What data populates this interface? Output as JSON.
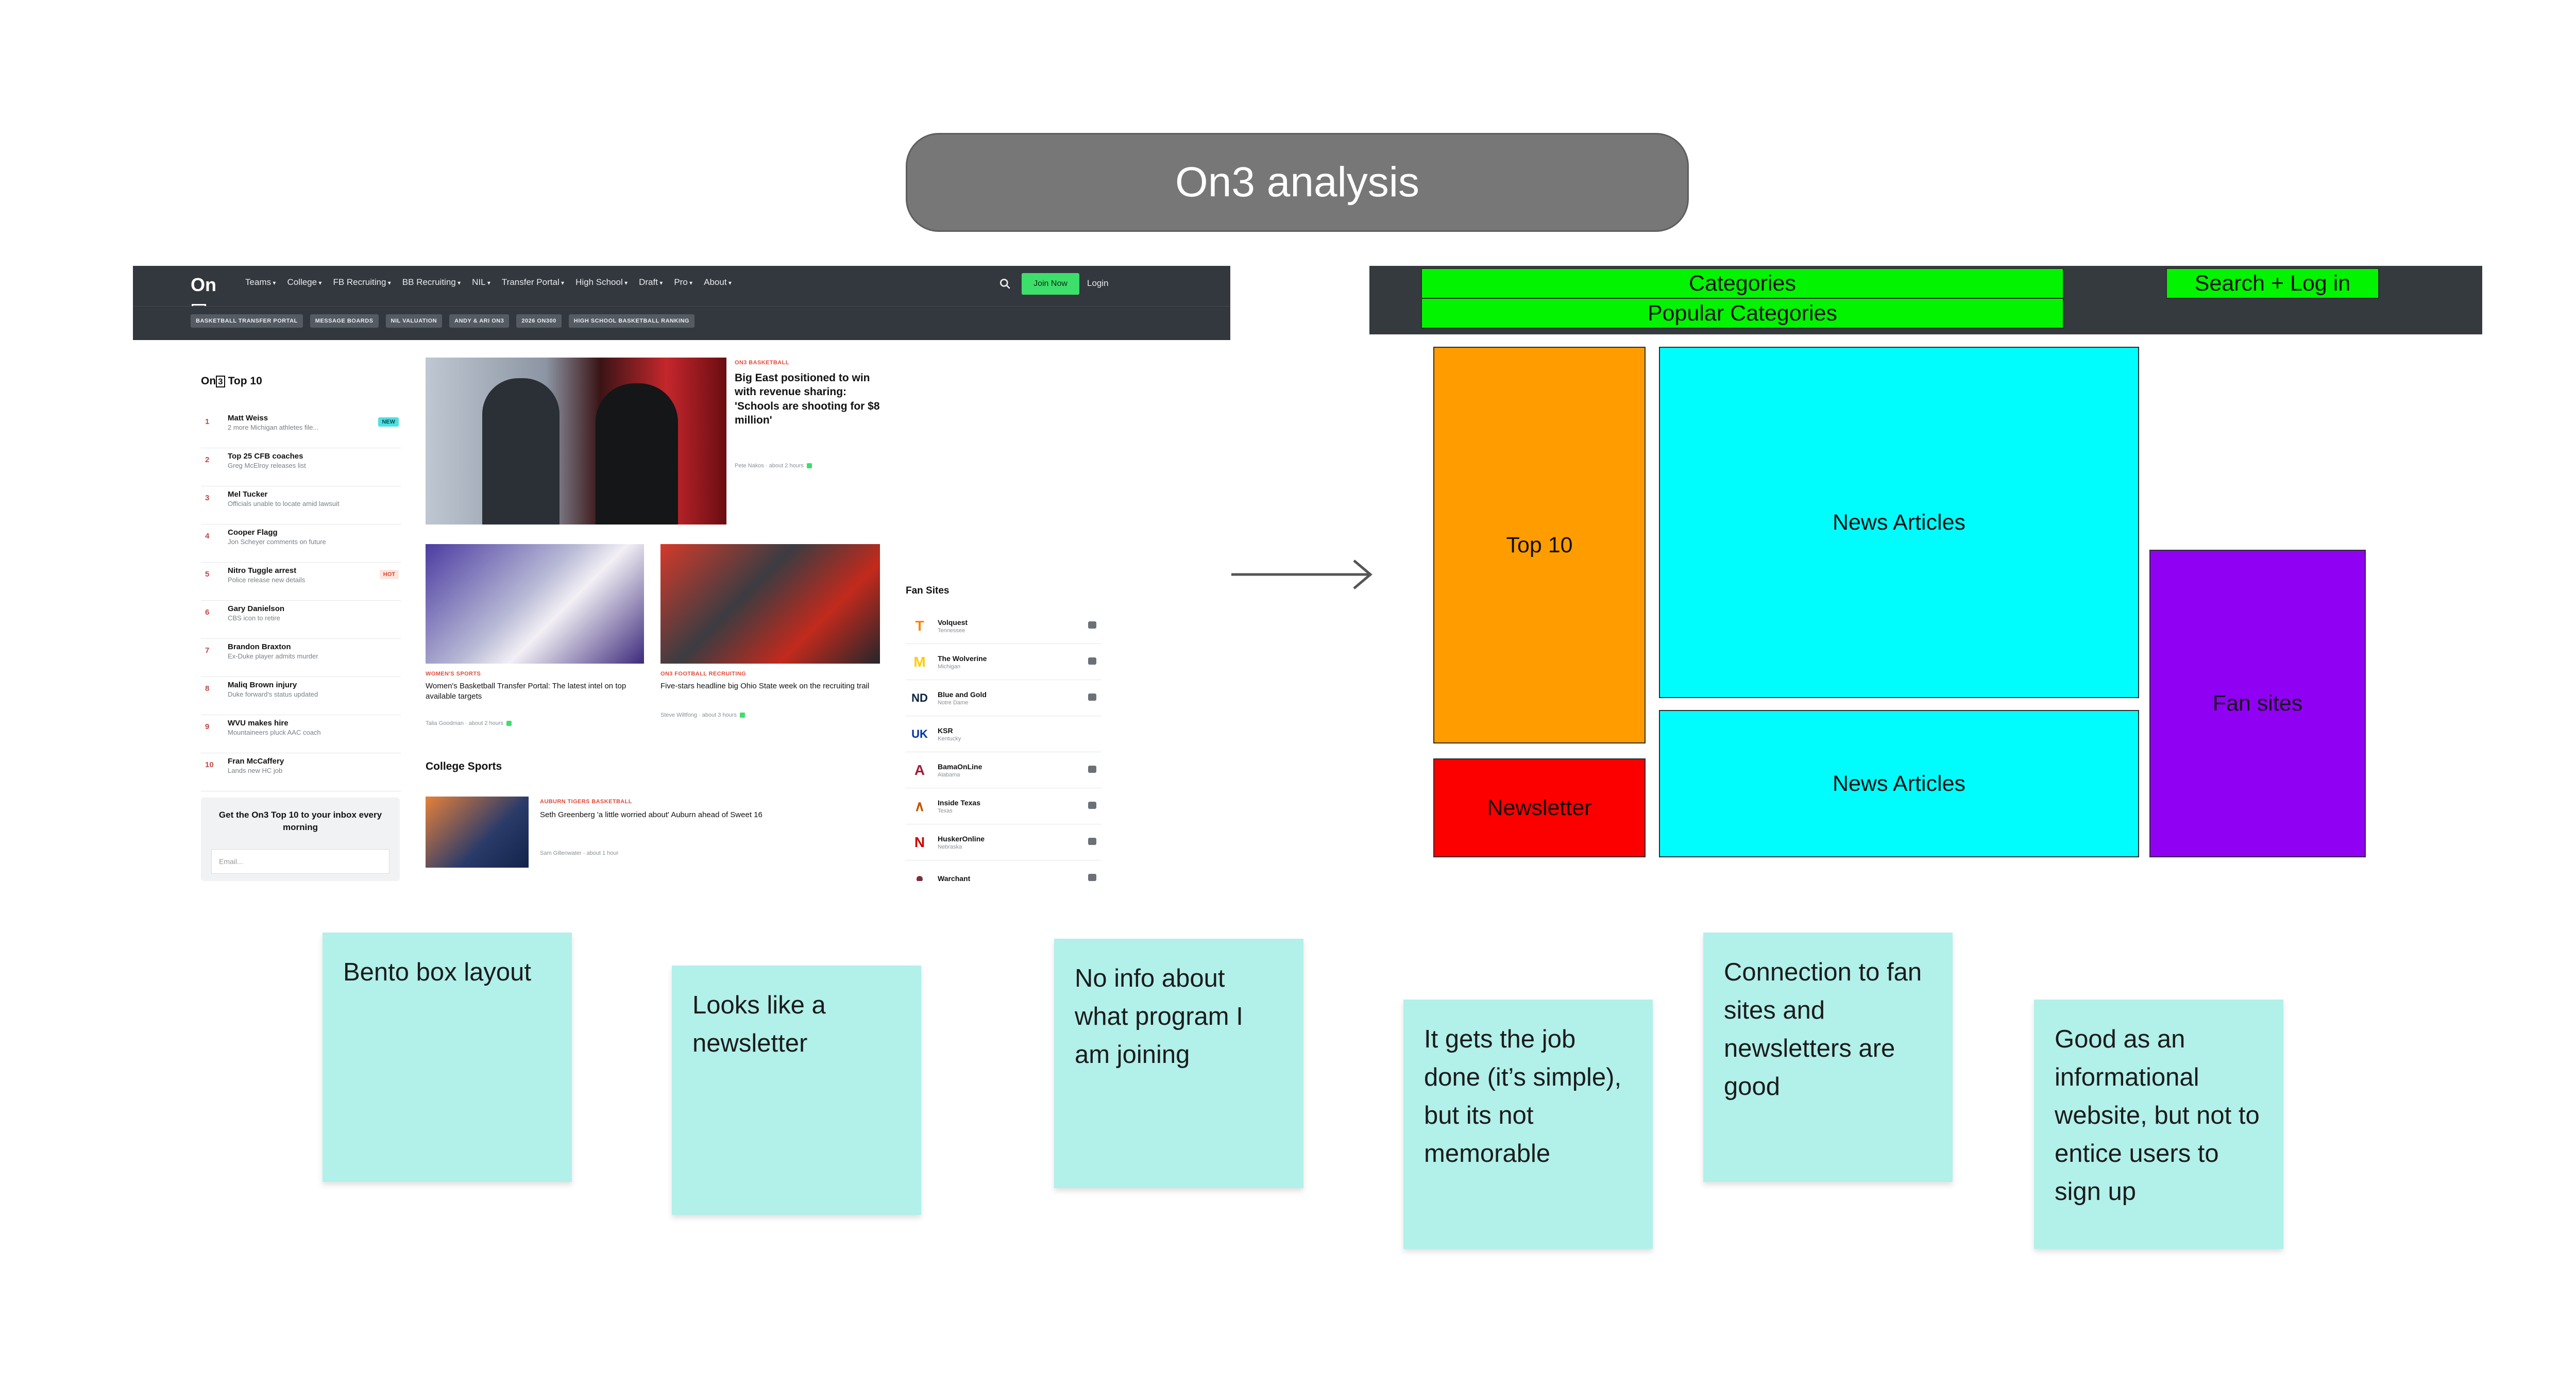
{
  "title": "On3 analysis",
  "screenshot": {
    "logo": "On",
    "logo_box": "3",
    "nav": [
      "Teams",
      "College",
      "FB Recruiting",
      "BB Recruiting",
      "NIL",
      "Transfer Portal",
      "High School",
      "Draft",
      "Pro",
      "About"
    ],
    "join": "Join Now",
    "login": "Login",
    "pills": [
      "BASKETBALL TRANSFER PORTAL",
      "MESSAGE BOARDS",
      "NIL VALUATION",
      "ANDY & ARI ON3",
      "2026 ON300",
      "HIGH SCHOOL BASKETBALL RANKING"
    ],
    "top10_title_prefix": "On",
    "top10_title_box": "3",
    "top10_title": "Top 10",
    "top10": [
      {
        "num": "1",
        "name": "Matt Weiss",
        "sub": "2 more Michigan athletes file...",
        "badge": "NEW"
      },
      {
        "num": "2",
        "name": "Top 25 CFB coaches",
        "sub": "Greg McElroy releases list",
        "badge": ""
      },
      {
        "num": "3",
        "name": "Mel Tucker",
        "sub": "Officials unable to locate amid lawsuit",
        "badge": ""
      },
      {
        "num": "4",
        "name": "Cooper Flagg",
        "sub": "Jon Scheyer comments on future",
        "badge": ""
      },
      {
        "num": "5",
        "name": "Nitro Tuggle arrest",
        "sub": "Police release new details",
        "badge": "HOT"
      },
      {
        "num": "6",
        "name": "Gary Danielson",
        "sub": "CBS icon to retire",
        "badge": ""
      },
      {
        "num": "7",
        "name": "Brandon Braxton",
        "sub": "Ex-Duke player admits murder",
        "badge": ""
      },
      {
        "num": "8",
        "name": "Maliq Brown injury",
        "sub": "Duke forward's status updated",
        "badge": ""
      },
      {
        "num": "9",
        "name": "WVU makes hire",
        "sub": "Mountaineers pluck AAC coach",
        "badge": ""
      },
      {
        "num": "10",
        "name": "Fran McCaffery",
        "sub": "Lands new HC job",
        "badge": ""
      }
    ],
    "newsletter_title": "Get the On3 Top 10 to your inbox every morning",
    "newsletter_placeholder": "Email...",
    "main_kicker": "ON3 BASKETBALL",
    "main_headline": "Big East positioned to win with revenue sharing: 'Schools are shooting for $8 million'",
    "main_byline": "Pete Nakos  ·  about 2 hours",
    "w_kicker": "WOMEN'S SPORTS",
    "w_headline": "Women's Basketball Transfer Portal: The latest intel on top available targets",
    "w_byline": "Talia Goodman  ·  about 2 hours",
    "o_kicker": "ON3 FOOTBALL RECRUITING",
    "o_headline": "Five-stars headline big Ohio State week on the recruiting trail",
    "o_byline": "Steve Wiltfong  ·  about 3 hours",
    "college_title": "College Sports",
    "a_kicker": "AUBURN TIGERS BASKETBALL",
    "a_headline": "Seth Greenberg 'a little worried about' Auburn ahead of Sweet 16",
    "a_byline": "Sam Gillenwater  ·  about 1 hour",
    "fan_title": "Fan Sites",
    "fan_sites": [
      {
        "name": "Volquest",
        "sub": "Tennessee",
        "logo": "T",
        "color": "#ff8200"
      },
      {
        "name": "The Wolverine",
        "sub": "Michigan",
        "logo": "M",
        "color": "#ffcb05"
      },
      {
        "name": "Blue and Gold",
        "sub": "Notre Dame",
        "logo": "ND",
        "color": "#0c2340"
      },
      {
        "name": "KSR",
        "sub": "Kentucky",
        "logo": "UK",
        "color": "#0033a0"
      },
      {
        "name": "BamaOnLine",
        "sub": "Alabama",
        "logo": "A",
        "color": "#9e1b32"
      },
      {
        "name": "Inside Texas",
        "sub": "Texas",
        "logo": "∧",
        "color": "#bf5700"
      },
      {
        "name": "HuskerOnline",
        "sub": "Nebraska",
        "logo": "N",
        "color": "#d00000"
      },
      {
        "name": "Warchant",
        "sub": "",
        "logo": "●",
        "color": "#782f40"
      }
    ]
  },
  "wireframe": {
    "categories": "Categories",
    "popular_categories": "Popular Categories",
    "search_login": "Search + Log in",
    "top10": "Top 10",
    "newsletter": "Newsletter",
    "news1": "News Articles",
    "news2": "News Articles",
    "fan_sites": "Fan sites"
  },
  "notes": [
    "Bento box layout",
    "Looks like a newsletter",
    "No info about what program I am joining",
    "It gets the job done (it’s simple), but its not memorable",
    "Connection to fan sites and newsletters are good",
    "Good as an informational website, but not to entice users to sign up"
  ]
}
